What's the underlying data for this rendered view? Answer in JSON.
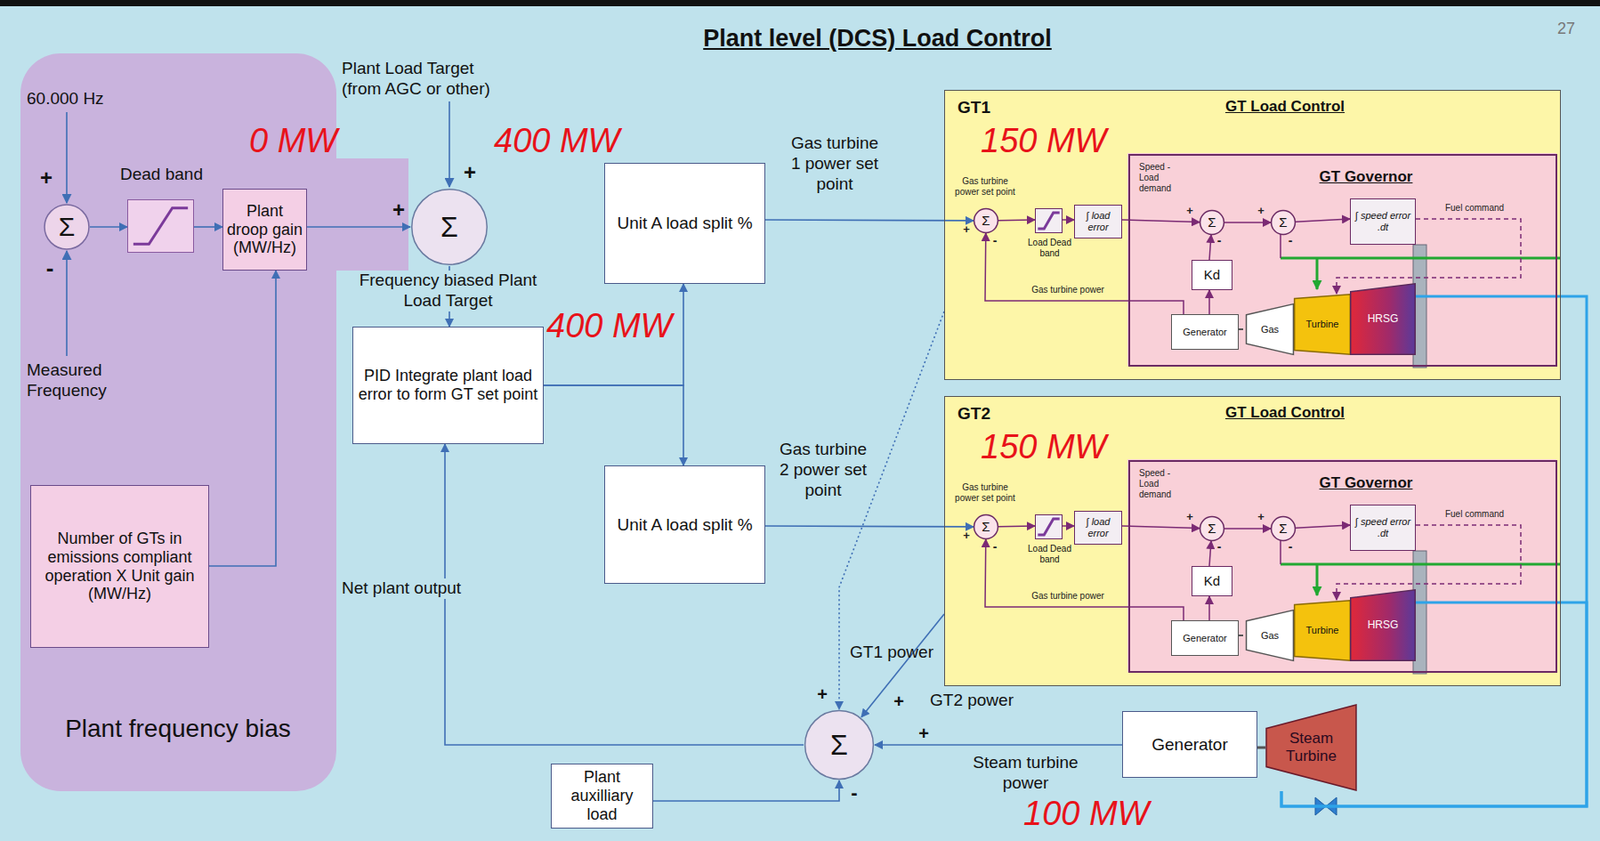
{
  "diagram": {
    "title": "Plant level (DCS) Load Control",
    "nodes": [
      {
        "text": [
          "Plant frequency bias"
        ]
      },
      {
        "text": [
          "Σ"
        ],
        "in": 0
      },
      {
        "text": [
          "Dead band"
        ],
        "in": 0
      },
      {
        "text": [
          "Plant droop gain (MW/Hz)"
        ],
        "in": 0
      },
      {
        "text": [
          "Number of GTs in emissions compliant operation X Unit gain (MW/Hz)"
        ],
        "in": 0
      },
      {
        "text": [
          "Σ"
        ]
      },
      {
        "text": [
          "PID Integrate plant load error to form GT set point"
        ]
      },
      {
        "text": [
          "Unit A load split %"
        ]
      },
      {
        "text": [
          "Unit A load split %"
        ]
      },
      {
        "text": [
          "GT1",
          "GT Load Control"
        ]
      },
      {
        "text": [
          "Σ"
        ],
        "in": 9
      },
      {
        "text": [
          "Load Dead band"
        ],
        "in": 9
      },
      {
        "text": [
          "∫ load error"
        ],
        "in": 9
      },
      {
        "text": [
          "GT Governor"
        ],
        "in": 9
      },
      {
        "text": [
          "Σ"
        ],
        "in": 13
      },
      {
        "text": [
          "Σ"
        ],
        "in": 13
      },
      {
        "text": [
          "∫ speed error .dt"
        ],
        "in": 13
      },
      {
        "text": [
          "Kd"
        ],
        "in": 13
      },
      {
        "text": [
          "Generator"
        ],
        "in": 13
      },
      {
        "text": [
          "Gas"
        ],
        "in": 13
      },
      {
        "text": [
          "Turbine"
        ],
        "in": 13
      },
      {
        "text": [
          "HRSG"
        ],
        "in": 13
      },
      {
        "text": [
          "GT2",
          "GT Load Control"
        ]
      },
      {
        "text": [
          "Σ"
        ],
        "in": 22
      },
      {
        "text": [
          "Load Dead band"
        ],
        "in": 22
      },
      {
        "text": [
          "∫ load error"
        ],
        "in": 22
      },
      {
        "text": [
          "GT Governor"
        ],
        "in": 22
      },
      {
        "text": [
          "Σ"
        ],
        "in": 26
      },
      {
        "text": [
          "Σ"
        ],
        "in": 26
      },
      {
        "text": [
          "∫ speed error .dt"
        ],
        "in": 26
      },
      {
        "text": [
          "Kd"
        ],
        "in": 26
      },
      {
        "text": [
          "Generator"
        ],
        "in": 26
      },
      {
        "text": [
          "Gas"
        ],
        "in": 26
      },
      {
        "text": [
          "Turbine"
        ],
        "in": 26
      },
      {
        "text": [
          "HRSG"
        ],
        "in": 26
      },
      {
        "text": [
          "Σ"
        ]
      },
      {
        "text": [
          "Plant auxilliary load"
        ]
      },
      {
        "text": [
          "Generator"
        ]
      },
      {
        "text": [
          "Steam Turbine"
        ]
      }
    ],
    "edges": [
      {
        "from": 1,
        "to": 2,
        "arrow": "to"
      },
      {
        "from": 2,
        "to": 3,
        "arrow": "to"
      },
      {
        "from": 4,
        "to": 3,
        "arrow": "to"
      },
      {
        "from": 3,
        "to": 5,
        "arrow": "to"
      },
      {
        "from": 5,
        "to": 6,
        "arrow": "to",
        "label": "Frequency biased Plant Load Target"
      },
      {
        "from": 6,
        "to": 7,
        "arrow": "to"
      },
      {
        "from": 6,
        "to": 8,
        "arrow": "to"
      },
      {
        "from": 7,
        "to": 10,
        "arrow": "to",
        "label": "Gas turbine 1 power set point"
      },
      {
        "from": 8,
        "to": 23,
        "arrow": "to",
        "label": "Gas turbine 2 power set point"
      },
      {
        "from": 10,
        "to": 11,
        "arrow": "to"
      },
      {
        "from": 11,
        "to": 12,
        "arrow": "to"
      },
      {
        "from": 12,
        "to": 14,
        "arrow": "to"
      },
      {
        "from": 14,
        "to": 15,
        "arrow": "to"
      },
      {
        "from": 15,
        "to": 16,
        "arrow": "to"
      },
      {
        "from": 18,
        "to": 17,
        "arrow": "to"
      },
      {
        "from": 17,
        "to": 14,
        "arrow": "to"
      },
      {
        "from": 18,
        "to": 10,
        "arrow": "to",
        "label": "Gas turbine power"
      },
      {
        "from": 16,
        "to": 20,
        "arrow": "to",
        "label": "Fuel command"
      },
      {
        "from": 21,
        "to": 38,
        "arrow": "none"
      },
      {
        "from": 23,
        "to": 24,
        "arrow": "to"
      },
      {
        "from": 24,
        "to": 25,
        "arrow": "to"
      },
      {
        "from": 25,
        "to": 27,
        "arrow": "to"
      },
      {
        "from": 27,
        "to": 28,
        "arrow": "to"
      },
      {
        "from": 28,
        "to": 29,
        "arrow": "to"
      },
      {
        "from": 31,
        "to": 30,
        "arrow": "to"
      },
      {
        "from": 30,
        "to": 27,
        "arrow": "to"
      },
      {
        "from": 31,
        "to": 23,
        "arrow": "to",
        "label": "Gas turbine power"
      },
      {
        "from": 29,
        "to": 33,
        "arrow": "to",
        "label": "Fuel command"
      },
      {
        "from": 34,
        "to": 38,
        "arrow": "none"
      },
      {
        "from": 9,
        "to": 35,
        "arrow": "to",
        "label": "GT1 power"
      },
      {
        "from": 22,
        "to": 35,
        "arrow": "to",
        "label": "GT2 power"
      },
      {
        "from": 37,
        "to": 35,
        "arrow": "to",
        "label": "Steam turbine power"
      },
      {
        "from": 36,
        "to": 35,
        "arrow": "to"
      },
      {
        "from": 35,
        "to": 6,
        "arrow": "to",
        "label": "Net plant output"
      },
      {
        "from": 38,
        "to": 37,
        "arrow": "none"
      }
    ],
    "labels": [
      "60.000 Hz",
      "+",
      "-",
      "Measured Frequency",
      "0 MW",
      "Plant Load Target (from AGC or other)",
      "400 MW",
      "+",
      "+",
      "400 MW",
      "150 MW",
      "Gas turbine power set point",
      "+",
      "-",
      "Speed - Load demand",
      "+",
      "-",
      "+",
      "-",
      "150 MW",
      "Gas turbine power set point",
      "+",
      "-",
      "Speed - Load demand",
      "+",
      "-",
      "+",
      "-",
      "+",
      "+",
      "+",
      "-",
      "100 MW",
      "27"
    ]
  }
}
